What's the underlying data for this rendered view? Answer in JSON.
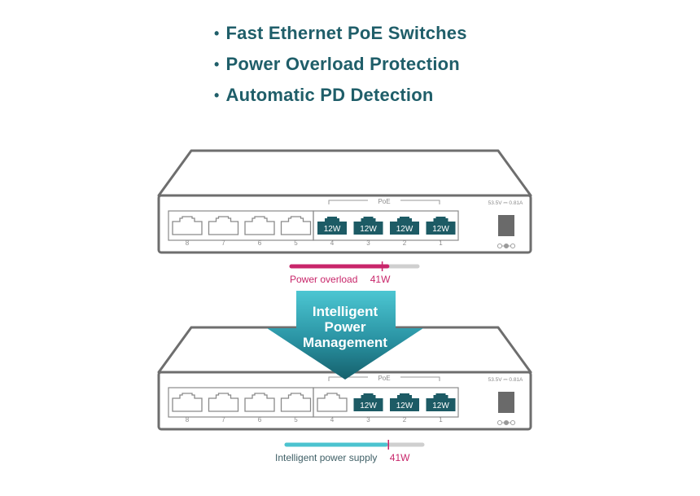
{
  "features": [
    "Fast Ethernet PoE Switches",
    "Power Overload Protection",
    "Automatic PD Detection"
  ],
  "colors": {
    "teal_dark": "#1a5a66",
    "teal_port": "#1d5b65",
    "cyan": "#4cc3cf",
    "magenta": "#c8266a",
    "gray_track": "#cfcfcf",
    "outline": "#6e6e6e",
    "heading": "#1f5e69",
    "label_dark": "#3f5f66"
  },
  "switch_top": {
    "poe_label": "PoE",
    "rating": "53.5V ⎓ 0.81A",
    "power_icon": "dc-polarity-icon",
    "ports": [
      {
        "number": "8",
        "poe": false,
        "label": ""
      },
      {
        "number": "7",
        "poe": false,
        "label": ""
      },
      {
        "number": "6",
        "poe": false,
        "label": ""
      },
      {
        "number": "5",
        "poe": false,
        "label": ""
      },
      {
        "number": "4",
        "poe": true,
        "label": "12W"
      },
      {
        "number": "3",
        "poe": true,
        "label": "12W"
      },
      {
        "number": "2",
        "poe": true,
        "label": "12W"
      },
      {
        "number": "1",
        "poe": true,
        "label": "12W"
      }
    ],
    "bar": {
      "label": "Power overload",
      "value": "41W",
      "fill_fraction": 0.76,
      "marker_fraction": 0.72,
      "fill_color": "#c8266a"
    }
  },
  "arrow": {
    "lines": [
      "Intelligent",
      "Power",
      "Management"
    ]
  },
  "switch_bottom": {
    "poe_label": "PoE",
    "rating": "53.5V ⎓ 0.81A",
    "power_icon": "dc-polarity-icon",
    "ports": [
      {
        "number": "8",
        "poe": false,
        "label": ""
      },
      {
        "number": "7",
        "poe": false,
        "label": ""
      },
      {
        "number": "6",
        "poe": false,
        "label": ""
      },
      {
        "number": "5",
        "poe": false,
        "label": ""
      },
      {
        "number": "4",
        "poe": false,
        "label": ""
      },
      {
        "number": "3",
        "poe": true,
        "label": "12W"
      },
      {
        "number": "2",
        "poe": true,
        "label": "12W"
      },
      {
        "number": "1",
        "poe": true,
        "label": "12W"
      }
    ],
    "bar": {
      "label": "Intelligent power supply",
      "value": "41W",
      "fill_fraction": 0.73,
      "marker_fraction": 0.75,
      "fill_color": "#4cc3cf"
    }
  }
}
